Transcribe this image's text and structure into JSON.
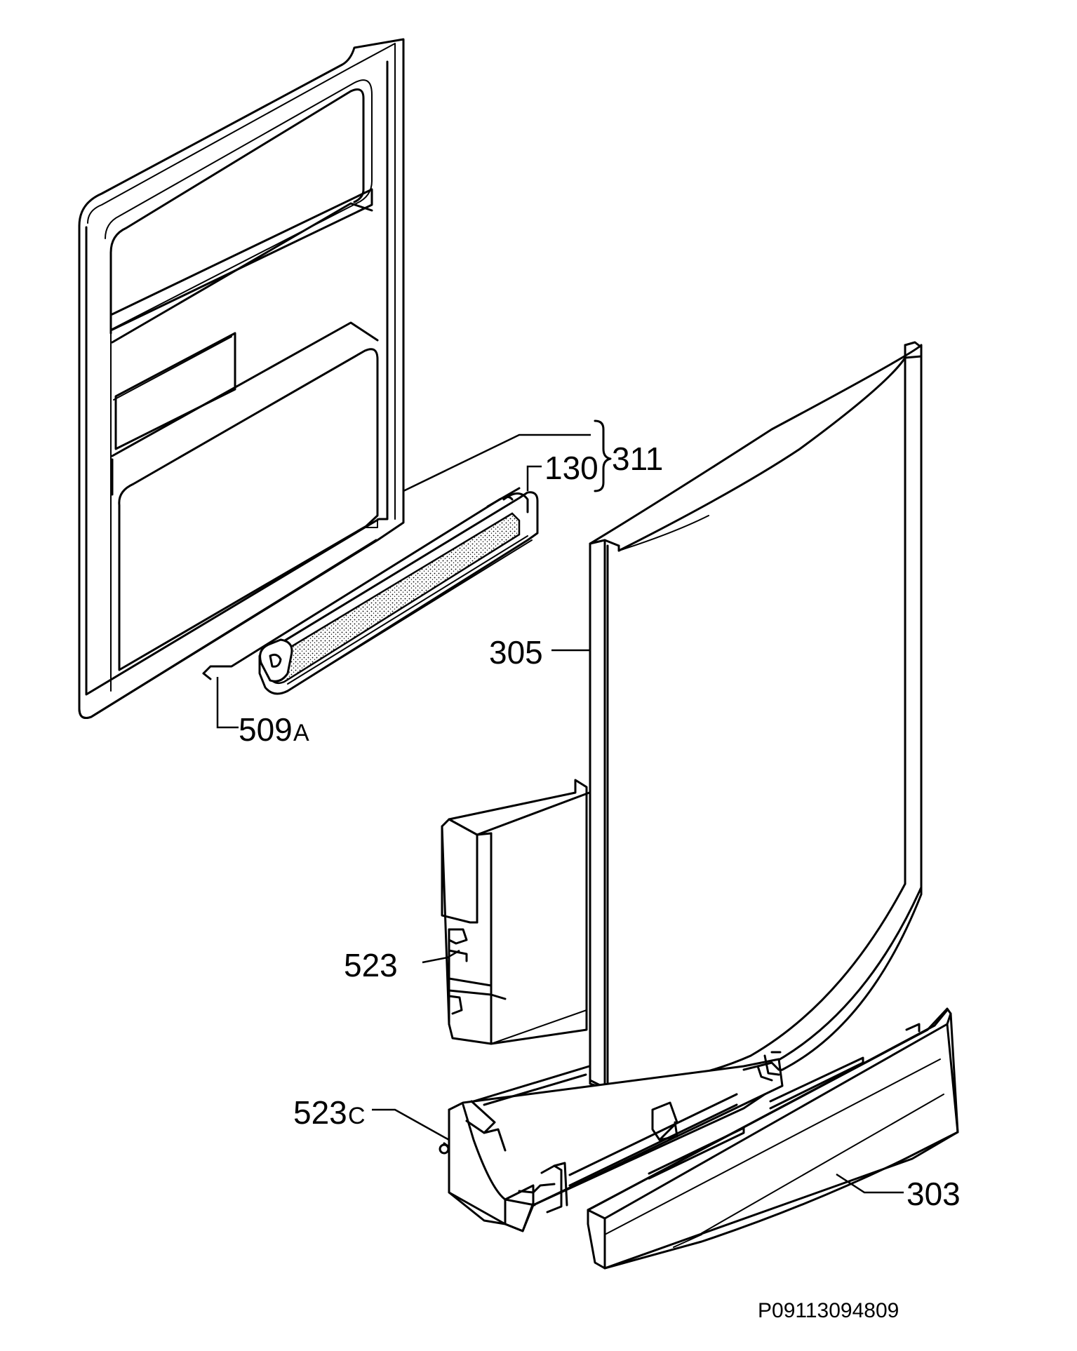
{
  "diagram": {
    "callouts": {
      "c311": {
        "number": "311",
        "suffix": ""
      },
      "c130": {
        "number": "130",
        "suffix": ""
      },
      "c305": {
        "number": "305",
        "suffix": ""
      },
      "c509a": {
        "number": "509",
        "suffix": "A"
      },
      "c523": {
        "number": "523",
        "suffix": ""
      },
      "c523c": {
        "number": "523",
        "suffix": "C"
      },
      "c303": {
        "number": "303",
        "suffix": ""
      }
    },
    "drawing_code": "P09113094809"
  }
}
